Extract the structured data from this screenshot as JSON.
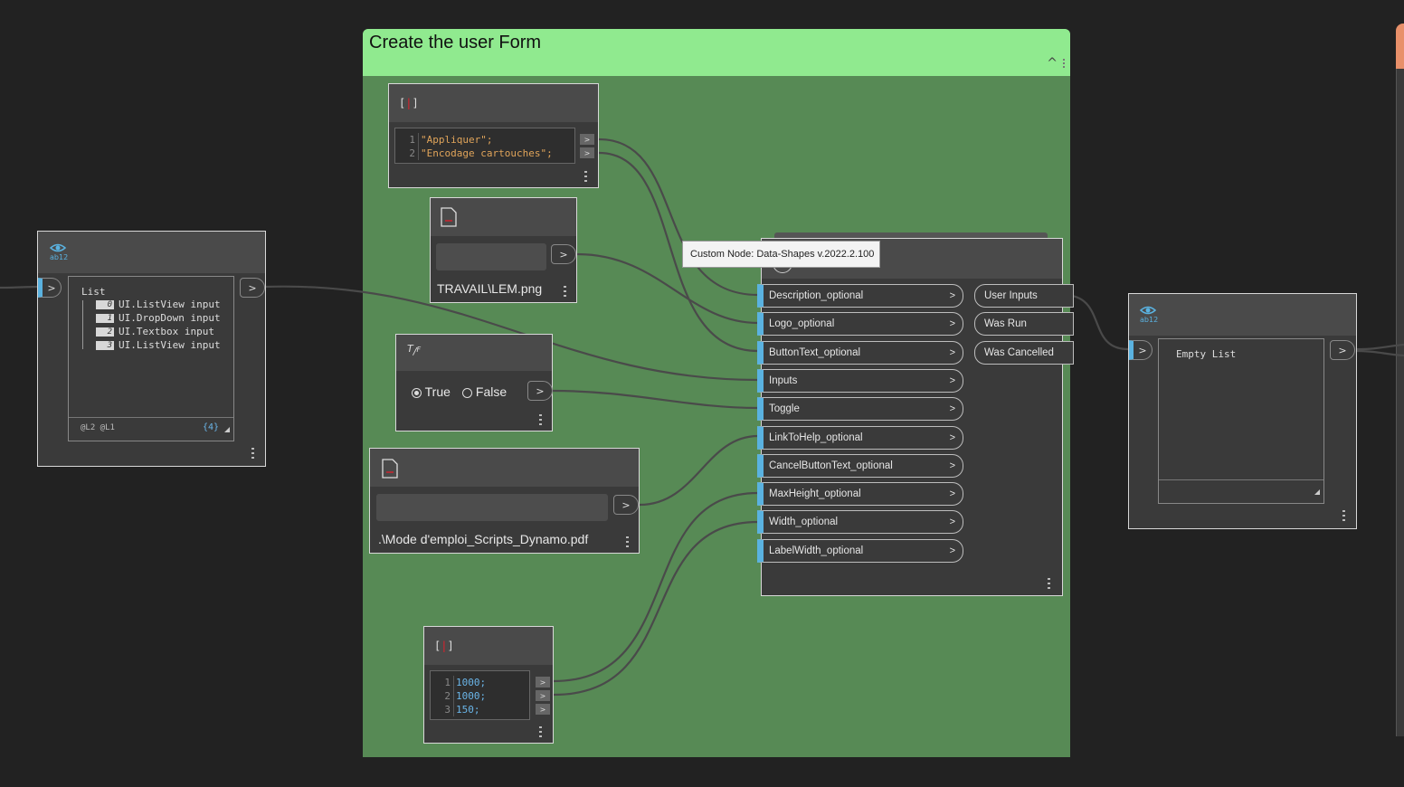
{
  "group": {
    "title": "Create the user Form",
    "collapse_glyph": "^"
  },
  "port_glyph": ">",
  "list_node_left": {
    "icon": "watch-icon",
    "title": "List",
    "items": [
      {
        "index": "0",
        "label": "UI.ListView input"
      },
      {
        "index": "1",
        "label": "UI.DropDown input"
      },
      {
        "index": "2",
        "label": "UI.Textbox input"
      },
      {
        "index": "3",
        "label": "UI.ListView input"
      }
    ],
    "levels": "@L2 @L1",
    "count": "{4}"
  },
  "code_block_top": {
    "icon": "code-block-icon",
    "icon_text": "[|]",
    "lines": [
      {
        "n": "1",
        "text": "\"Appliquer\";"
      },
      {
        "n": "2",
        "text": "\"Encodage cartouches\";"
      }
    ]
  },
  "file_node_logo": {
    "icon": "file-icon",
    "value": "TRAVAIL\\LEM.png"
  },
  "bool_node": {
    "icon": "boolean-icon",
    "icon_text": "T/F",
    "true_label": "True",
    "false_label": "False",
    "selected": "True"
  },
  "file_node_pdf": {
    "icon": "file-icon",
    "value": ".\\Mode d'emploi_Scripts_Dynamo.pdf"
  },
  "code_block_bottom": {
    "icon": "code-block-icon",
    "icon_text": "[|]",
    "lines": [
      {
        "n": "1",
        "text": "1000;"
      },
      {
        "n": "2",
        "text": "1000;"
      },
      {
        "n": "3",
        "text": "150;"
      }
    ]
  },
  "tooltip": "Custom Node: Data-Shapes v.2022.2.100",
  "form_node": {
    "inputs": [
      "Description_optional",
      "Logo_optional",
      "ButtonText_optional",
      "Inputs",
      "Toggle",
      "LinkToHelp_optional",
      "CancelButtonText_optional",
      "MaxHeight_optional",
      "Width_optional",
      "LabelWidth_optional"
    ],
    "outputs": [
      "User Inputs",
      "Was Run",
      "Was Cancelled"
    ]
  },
  "watch_node_right": {
    "icon": "watch-icon",
    "value": "Empty List"
  },
  "colors": {
    "group_header": "#90ea8f",
    "group_body": "#578a55",
    "port_accent": "#5ab2e0",
    "annotation": "#e0202a"
  }
}
